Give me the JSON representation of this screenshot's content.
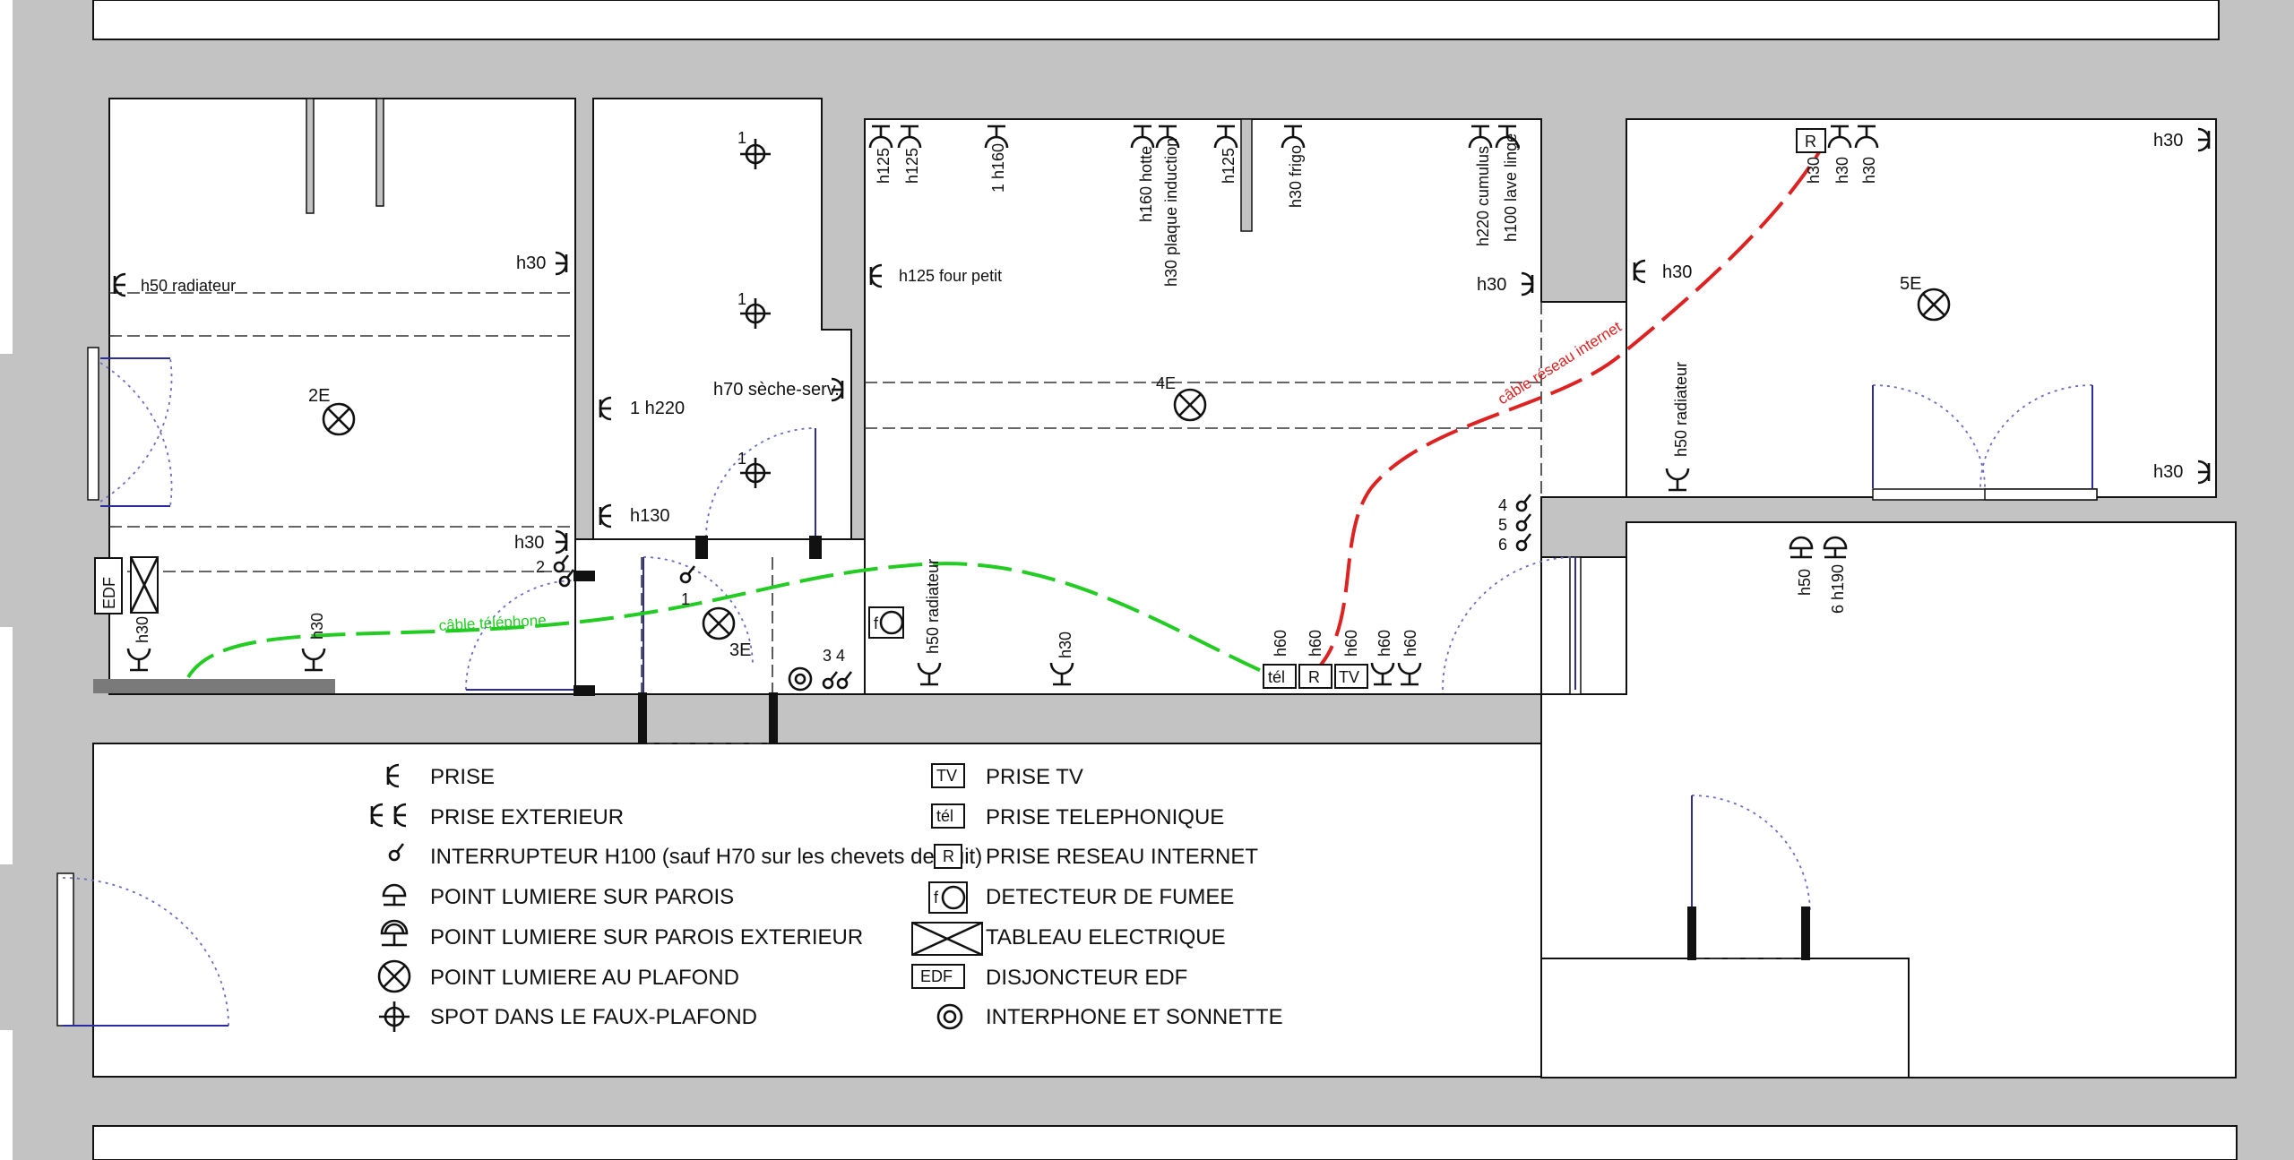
{
  "rooms": {
    "r2": "2E",
    "r3": "3E",
    "r4": "4E",
    "r5": "5E"
  },
  "labels": {
    "h50_radiateur_1": "h50 radiateur",
    "h30_a": "h30",
    "h30_b": "h30",
    "h30_left_bottom": "h30",
    "h30_left_bottom2": "h30",
    "h220": "1 h220",
    "h130": "h130",
    "seche": "h70 sèche-serv.",
    "spot1": "1",
    "spot2": "1",
    "spot3": "1",
    "sw1": "1",
    "sw2": "2",
    "sw34": "3 4",
    "h125_four": "h125 four petit",
    "v_h125_1": "h125",
    "v_h125_2": "h125",
    "v_h160": "1 h160",
    "v_hotte": "h160 hotte",
    "v_induction": "h30 plaque induction",
    "v_h125_3": "h125",
    "v_frigo": "h30 frigo",
    "v_cumulus": "h220 cumulus",
    "v_lave": "h100 lave linge",
    "h30_kitchen": "h30",
    "h50_rad_mid": "h50 radiateur",
    "h30_mid": "h30",
    "h60_1": "h60",
    "h60_2": "h60",
    "h60_3": "h60",
    "h60_4": "h60",
    "h60_5": "h60",
    "tel": "tél",
    "r_box": "R",
    "tv_box": "TV",
    "f_box": "f",
    "sw4": "4",
    "sw5": "5",
    "sw6": "6",
    "h30_r5_left": "h30",
    "h30_r5_tr": "h30",
    "h30_r5_br": "h30",
    "v_h30_r5_1": "h30",
    "v_h30_r5_2": "h30",
    "v_h30_r5_3": "h30",
    "r_box_top": "R",
    "h50_rad_r5": "h50 radiateur",
    "v_h50": "h50",
    "v_h190": "6 h190",
    "edf": "EDF",
    "cable_tel": "câble téléphone",
    "cable_net": "câble réseau internet"
  },
  "legend": {
    "prise": "PRISE",
    "prise_ext": "PRISE EXTERIEUR",
    "interrupteur": "INTERRUPTEUR H100 (sauf H70 sur les chevets de nuit)",
    "pl_parois": "POINT LUMIERE SUR PAROIS",
    "pl_parois_ext": "POINT LUMIERE SUR PAROIS EXTERIEUR",
    "pl_plafond": "POINT LUMIERE AU PLAFOND",
    "spot": "SPOT DANS LE FAUX-PLAFOND",
    "prise_tv": "PRISE TV",
    "prise_tel": "PRISE TELEPHONIQUE",
    "prise_net": "PRISE RESEAU INTERNET",
    "detecteur": "DETECTEUR DE FUMEE",
    "tableau": "TABLEAU ELECTRIQUE",
    "disjoncteur": "DISJONCTEUR EDF",
    "interphone": "INTERPHONE ET SONNETTE",
    "sym_tv": "TV",
    "sym_tel": "tél",
    "sym_r": "R",
    "sym_f": "f",
    "sym_edf": "EDF"
  },
  "colors": {
    "wall": "#c3c3c3",
    "cable_telephone": "#22cc22",
    "cable_internet": "#dd2222",
    "door_swing": "#6b6bc0"
  }
}
